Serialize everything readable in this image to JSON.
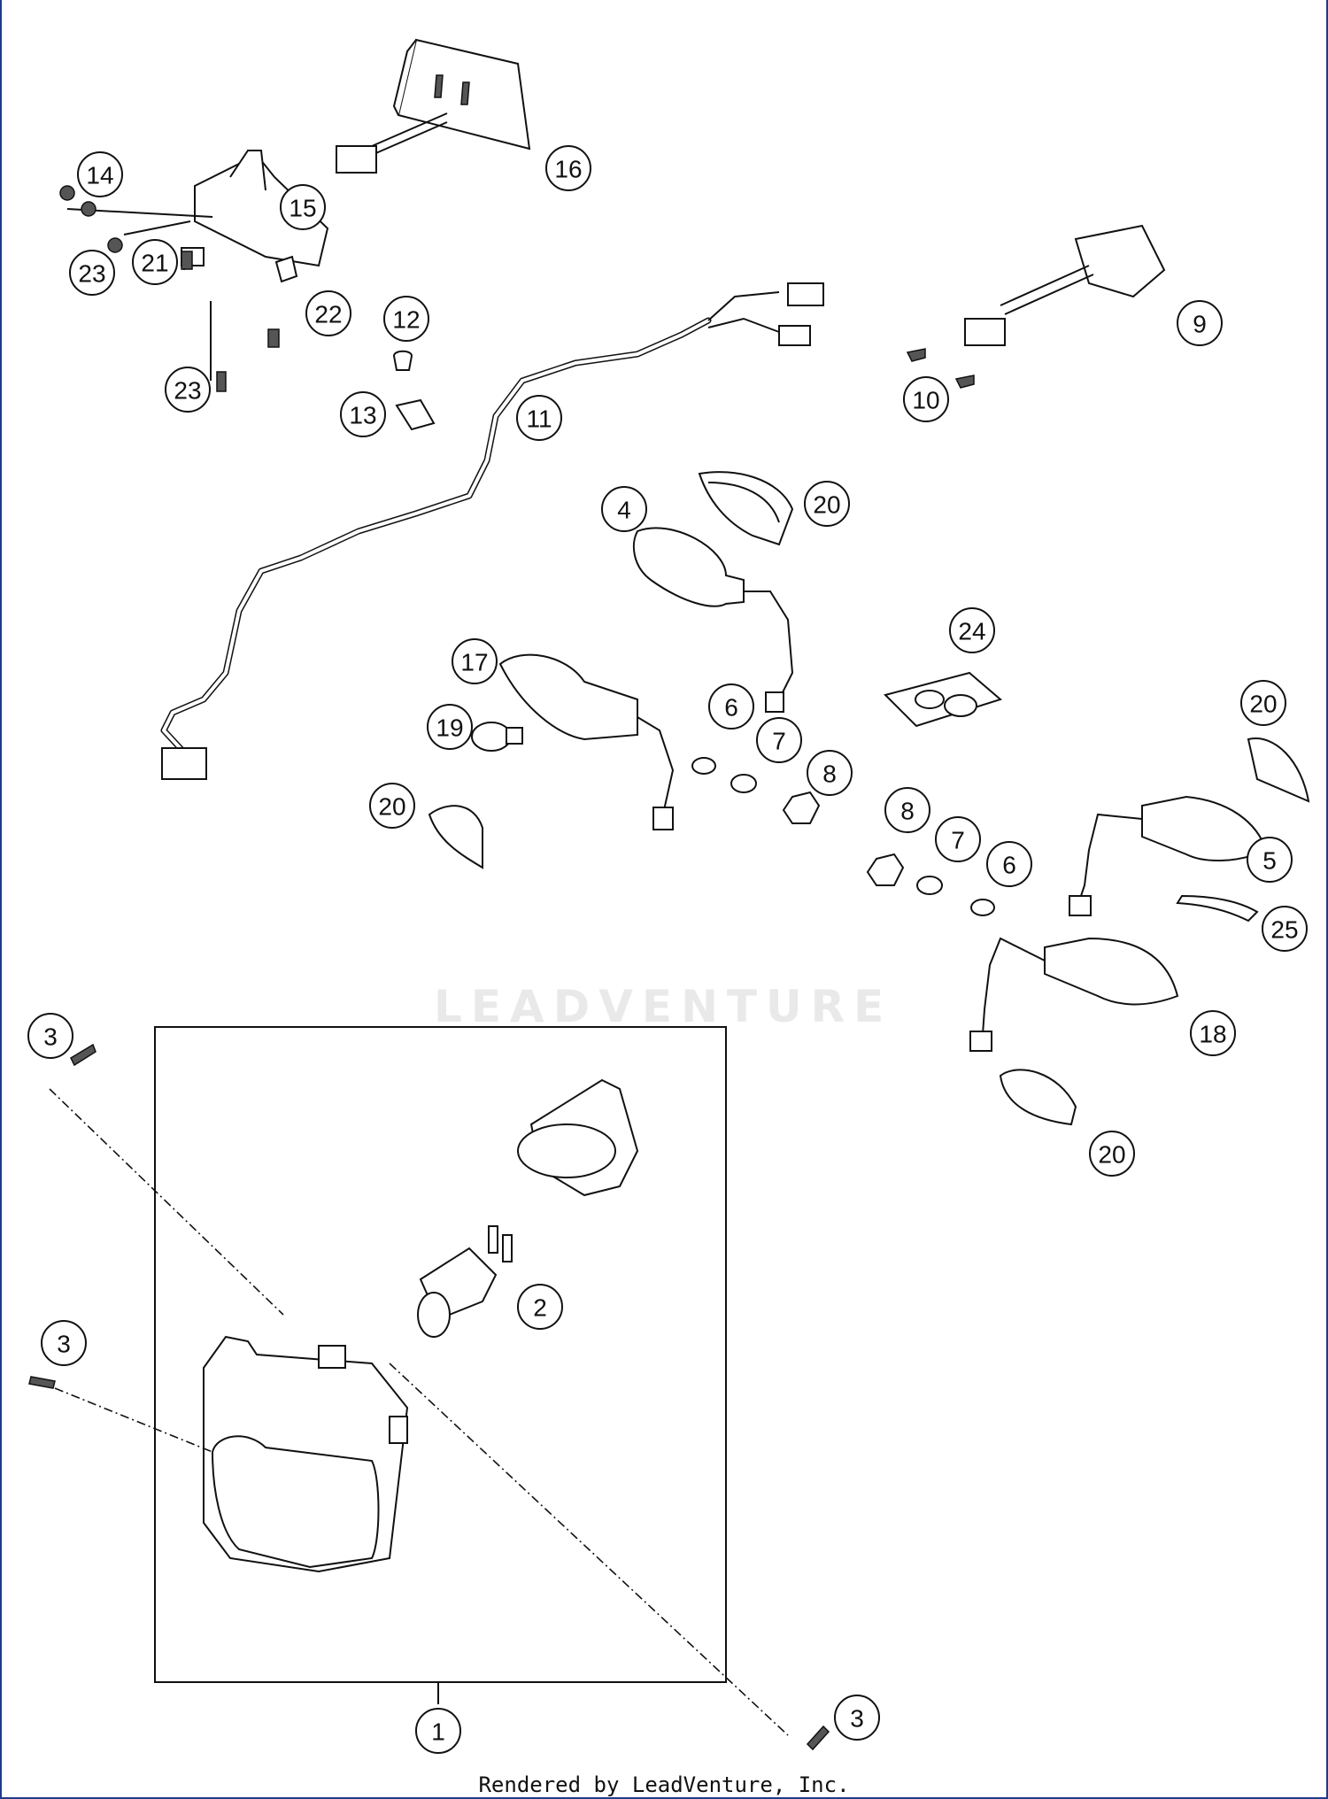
{
  "diagram": {
    "callouts": [
      "14",
      "15",
      "16",
      "23",
      "21",
      "22",
      "12",
      "13",
      "11",
      "23",
      "9",
      "10",
      "4",
      "20",
      "17",
      "19",
      "20",
      "24",
      "6",
      "7",
      "8",
      "20",
      "8",
      "7",
      "6",
      "5",
      "25",
      "18",
      "20",
      "3",
      "3",
      "2",
      "3",
      "1"
    ]
  },
  "watermark": {
    "text": "LEADVENTURE"
  },
  "footer": {
    "text": "Rendered by LeadVenture, Inc."
  }
}
